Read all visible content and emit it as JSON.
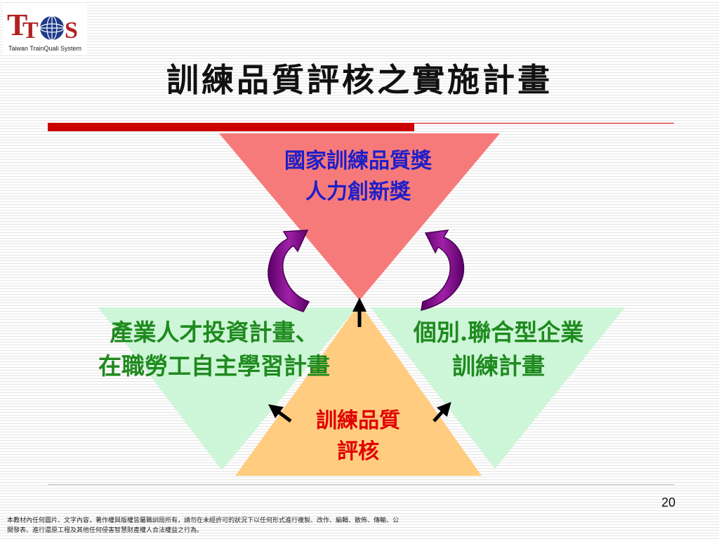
{
  "logo": {
    "caption": "Taiwan TrainQuali System",
    "mark_text": "TTQS",
    "colors": {
      "brand_red": "#b22222",
      "globe_blue": "#1f3a8a"
    }
  },
  "slide": {
    "title": "訓練品質評核之實施計畫",
    "page_number": "20",
    "footnote": "本教材內任何圖片、文字內容，著作權與版權皆屬職訓局所有，請勿在未經許可的狀況下以任何形式進行複製、改作、編輯、散佈、傳輸、公開發表、進行還原工程及其他任何侵害智慧財產權人合法權益之行為。"
  },
  "diagram": {
    "top": {
      "lines": [
        "國家訓練品質獎",
        "人力創新獎"
      ],
      "color": "#1f1fc8",
      "fill": "#f77a7a"
    },
    "left": {
      "lines": [
        "產業人才投資計畫、",
        "在職勞工自主學習計畫"
      ],
      "color": "#1e8a1e",
      "fill": "#c9f5d4"
    },
    "right": {
      "lines": [
        "個別.聯合型企業",
        "訓練計畫"
      ],
      "color": "#1e8a1e",
      "fill": "#c9f5d4"
    },
    "center": {
      "lines": [
        "訓練品質",
        "評核"
      ],
      "color": "#e00000",
      "fill": "#ffcc80"
    },
    "accent_colors": {
      "title_rule": "#cc0000",
      "cycle_arrow": "#800080",
      "pointer_arrow": "#000000"
    }
  }
}
